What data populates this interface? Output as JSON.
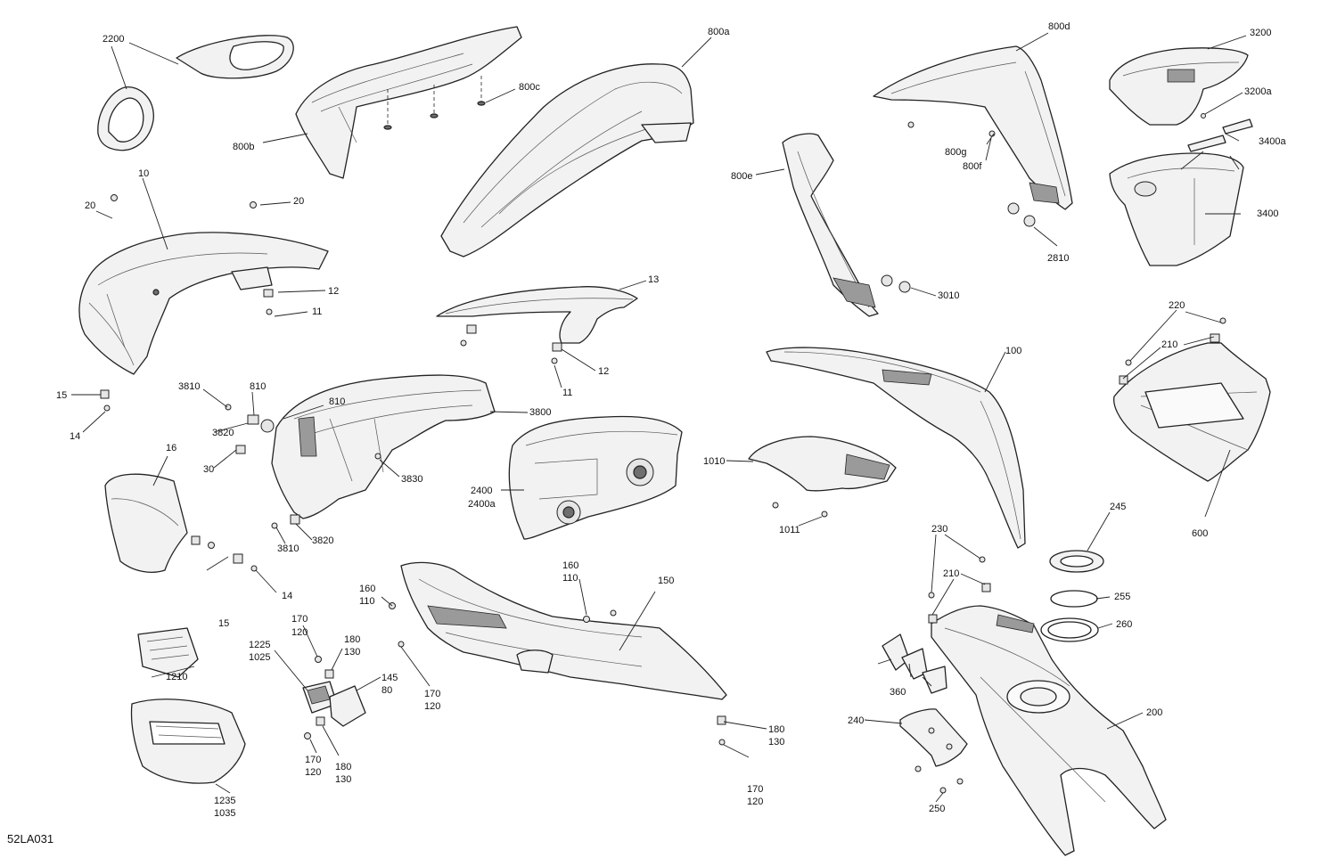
{
  "diagram_code": "52LA031",
  "labels": {
    "l2200": "2200",
    "l800a": "800a",
    "l800c": "800c",
    "l800b": "800b",
    "l800d": "800d",
    "l3200": "3200",
    "l3200a": "3200a",
    "l3400a": "3400a",
    "l3400": "3400",
    "l800g": "800g",
    "l800f": "800f",
    "l800e": "800e",
    "l2810": "2810",
    "l3010": "3010",
    "l10": "10",
    "l20a": "20",
    "l20b": "20",
    "l12a": "12",
    "l11a": "11",
    "l13": "13",
    "l12b": "12",
    "l11b": "11",
    "l15a": "15",
    "l14a": "14",
    "l3810a": "3810",
    "l810a": "810",
    "l810b": "810",
    "l3800": "3800",
    "l3820a": "3820",
    "l30": "30",
    "l3830": "3830",
    "l16": "16",
    "l3810b": "3810",
    "l3820b": "3820",
    "l2400": "2400",
    "l2400a": "2400a",
    "l15b": "15",
    "l14b": "14",
    "l100": "100",
    "l1010": "1010",
    "l1011": "1011",
    "l220": "220",
    "l210a": "210",
    "l600": "600",
    "l245": "245",
    "l230": "230",
    "l210b": "210",
    "l255": "255",
    "l260": "260",
    "l360": "360",
    "l240": "240",
    "l200": "200",
    "l250": "250",
    "l160a": "160",
    "l110a": "110",
    "l160b": "160",
    "l110b": "110",
    "l150": "150",
    "l170a": "170",
    "l120a": "120",
    "l1225": "1225",
    "l1025": "1025",
    "l180a": "180",
    "l130a": "130",
    "l145": "145",
    "l80": "80",
    "l170b": "170",
    "l120b": "120",
    "l1210": "1210",
    "l170c": "170",
    "l120c": "120",
    "l180b": "180",
    "l130b": "130",
    "l180c": "180",
    "l130c": "130",
    "l170d": "170",
    "l120d": "120",
    "l1235": "1235",
    "l1035": "1035"
  }
}
